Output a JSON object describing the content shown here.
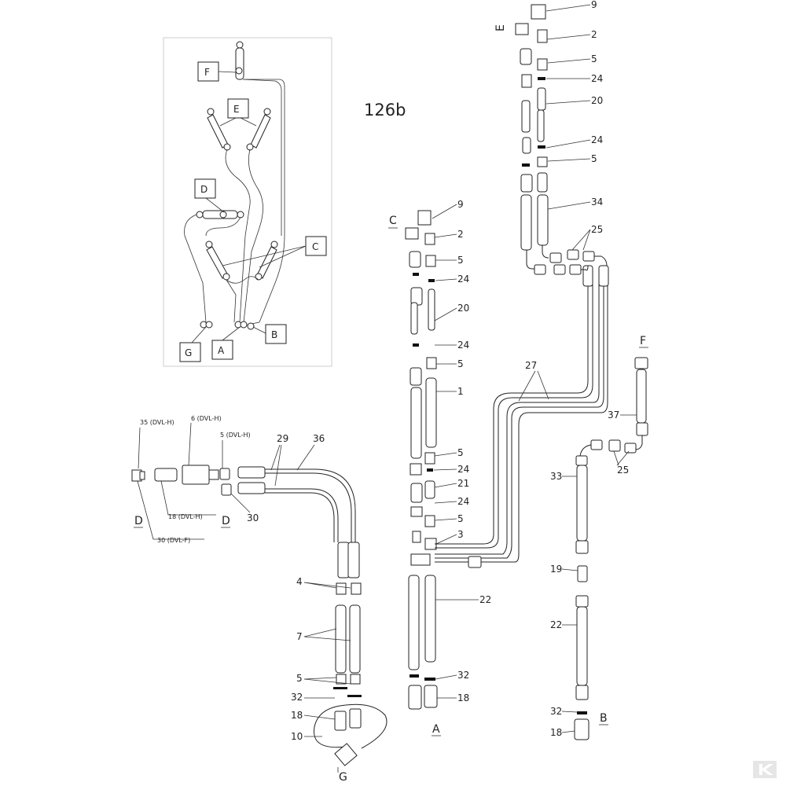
{
  "title": "126b",
  "colors": {
    "line": "#222222",
    "paper": "#ffffff",
    "logo": "#d9d9d9"
  },
  "logo_icon": "k-logo-icon",
  "schematic_labels": {
    "F": "F",
    "E": "E",
    "D": "D",
    "C": "C",
    "G": "G",
    "A": "A",
    "B": "B"
  },
  "section_labels": {
    "E": "E",
    "C": "C",
    "F": "F",
    "A": "A",
    "B": "B",
    "G": "G",
    "D1": "D",
    "D2": "D"
  },
  "left_callouts": {
    "c35": "35 (DVL-H)",
    "c6": "6 (DVL-H)",
    "c5": "5 (DVL-H)",
    "c18": "18 (DVL-H)",
    "c30f": "30 (DVL-F)",
    "c29": "29",
    "c36": "36",
    "c30": "30",
    "c4": "4",
    "c7": "7",
    "c5b": "5",
    "c32": "32",
    "c18b": "18",
    "c10": "10"
  },
  "a_callouts": [
    "9",
    "2",
    "5",
    "24",
    "20",
    "24",
    "5",
    "1",
    "5",
    "24",
    "21",
    "24",
    "5",
    "3",
    "22",
    "32",
    "18"
  ],
  "e_callouts": [
    "9",
    "2",
    "5",
    "24",
    "20",
    "24",
    "5",
    "34",
    "25"
  ],
  "right_callouts": {
    "c27": "27",
    "c37": "37",
    "c25": "25",
    "c33": "33",
    "c19": "19",
    "c22": "22",
    "c32": "32",
    "c18": "18"
  }
}
